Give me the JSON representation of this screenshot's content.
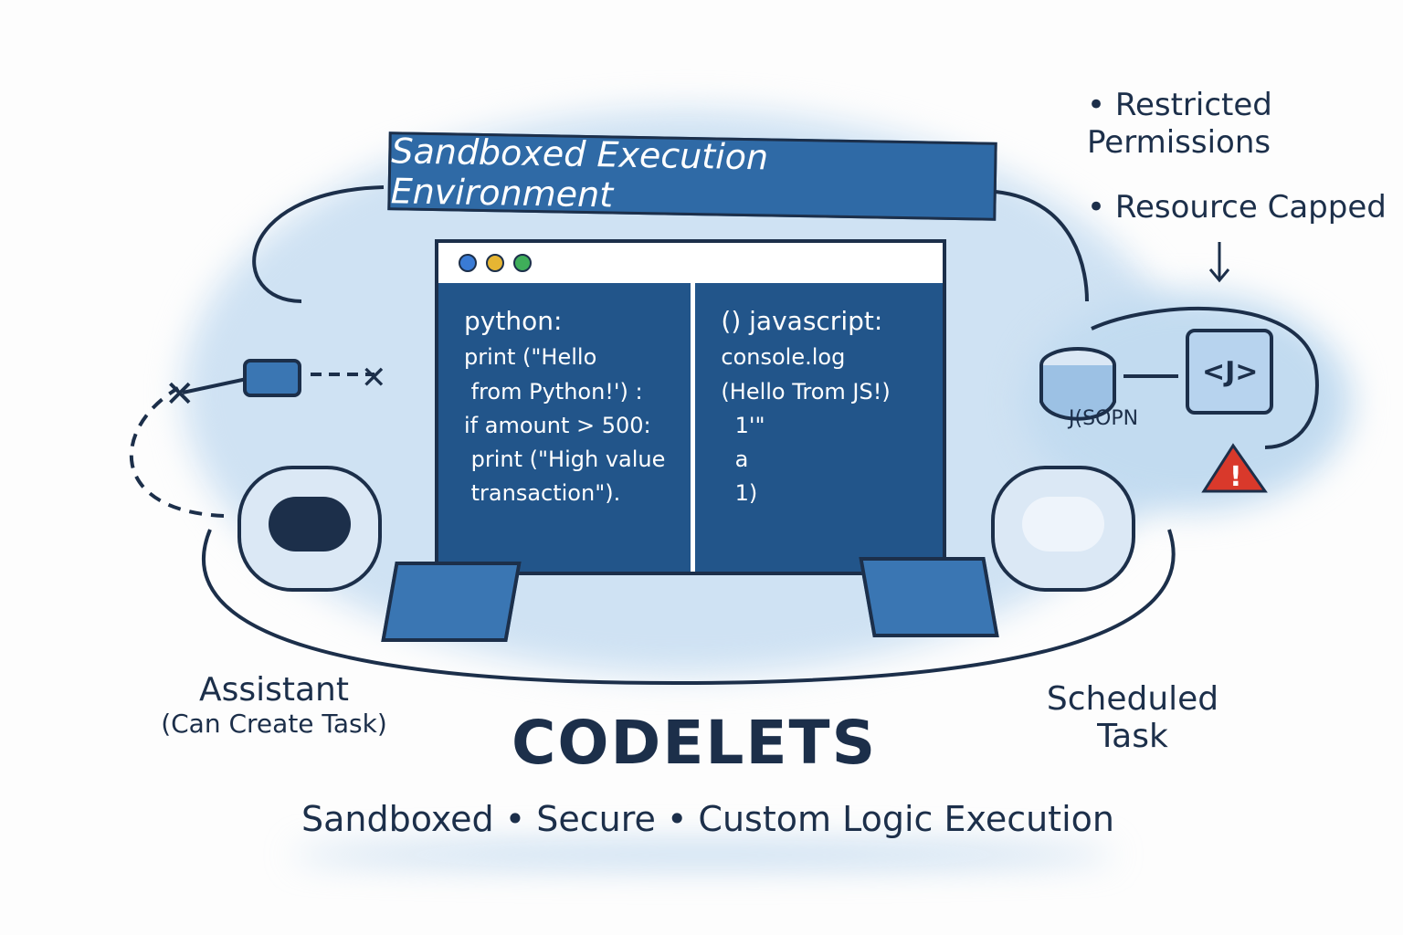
{
  "banner": {
    "title": "Sandboxed Execution Environment"
  },
  "code_window": {
    "traffic_light_colors": [
      "#3a7bd5",
      "#e6b533",
      "#3fae5a"
    ],
    "python": {
      "header": "python:",
      "lines": [
        "print (\"Hello",
        " from Python!') :",
        "if amount > 500:",
        " print (\"High value",
        " transaction\")."
      ]
    },
    "javascript": {
      "header": "() javascript:",
      "lines": [
        "console.log",
        "(Hello Trom JS!)",
        "  1'\"",
        "  a",
        "  1)"
      ]
    }
  },
  "constraints": [
    "Restricted Permissions",
    "Resource Capped"
  ],
  "json_label": "J(SOPN",
  "js_icon_label": "<J>",
  "warning_icon": "warning-triangle-icon",
  "left_agent": {
    "name": "Assistant",
    "subtitle": "(Can Create Task)"
  },
  "right_agent": {
    "name": "Scheduled",
    "name_line2": "Task"
  },
  "title": "CODELETS",
  "tagline": "Sandboxed • Secure • Custom Logic Execution",
  "colors": {
    "ink": "#1c2f4a",
    "accent": "#2f6aa6",
    "wash": "#a9cbe8",
    "warning": "#d9392b"
  }
}
